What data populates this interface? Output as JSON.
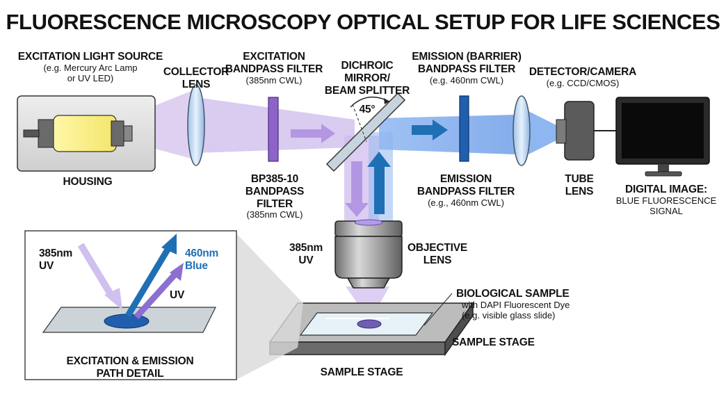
{
  "title": "FLUORESCENCE MICROSCOPY OPTICAL SETUP FOR LIFE SCIENCES",
  "labels": {
    "light_source": {
      "title": "EXCITATION LIGHT SOURCE",
      "sub1": "(e.g. Mercury Arc Lamp",
      "sub2": "or UV LED)"
    },
    "housing": "HOUSING",
    "collector_lens": {
      "line1": "COLLECTOR",
      "line2": "LENS"
    },
    "excitation_filter": {
      "line1": "EXCITATION",
      "line2": "BANDPASS FILTER",
      "sub": "(385nm CWL)"
    },
    "bp_filter": {
      "line1": "BP385-10",
      "line2": "BANDPASS FILTER",
      "sub": "(385nm CWL)"
    },
    "dichroic": {
      "line1": "DICHROIC",
      "line2": "MIRROR/",
      "line3": "BEAM SPLITTER"
    },
    "angle": "45°",
    "emission_filter_top": {
      "line1": "EMISSION (BARRIER)",
      "line2": "BANDPASS FILTER",
      "sub": "(e.g. 460nm CWL)"
    },
    "emission_filter_bottom": {
      "line1": "EMISSION",
      "line2": "BANDPASS FILTER",
      "sub": "(e.g., 460nm CWL)"
    },
    "detector": {
      "title": "DETECTOR/CAMERA",
      "sub": "(e.g. CCD/CMOS)"
    },
    "tube_lens": {
      "line1": "TUBE",
      "line2": "LENS"
    },
    "digital_image": {
      "title": "DIGITAL IMAGE:",
      "sub1": "BLUE FLUORESCENCE",
      "sub2": "SIGNAL"
    },
    "uv_385": {
      "line1": "385nm",
      "line2": "UV"
    },
    "objective": {
      "line1": "OBJECTIVE",
      "line2": "LENS"
    },
    "bio_sample": {
      "title": "BIOLOGICAL SAMPLE",
      "sub1": "with DAPI Fluorescent Dye",
      "sub2": "(e.g. visible glass slide)"
    },
    "sample_stage_right": "SAMPLE STAGE",
    "sample_stage_bottom": "SAMPLE STAGE",
    "detail": {
      "uv_in": {
        "line1": "385nm",
        "line2": "UV"
      },
      "blue_out": {
        "line1": "460nm",
        "line2": "Blue"
      },
      "uv_reflect": "UV",
      "caption1": "EXCITATION & EMISSION",
      "caption2": "PATH DETAIL"
    }
  },
  "colors": {
    "excitation_beam": "#c9b3ea",
    "emission_beam": "#7aa9ef",
    "uv_arrow": "#b89be0",
    "blue_arrow": "#1f6fb5",
    "filter_violet": "#8d63c9",
    "filter_blue": "#1f5fae"
  }
}
